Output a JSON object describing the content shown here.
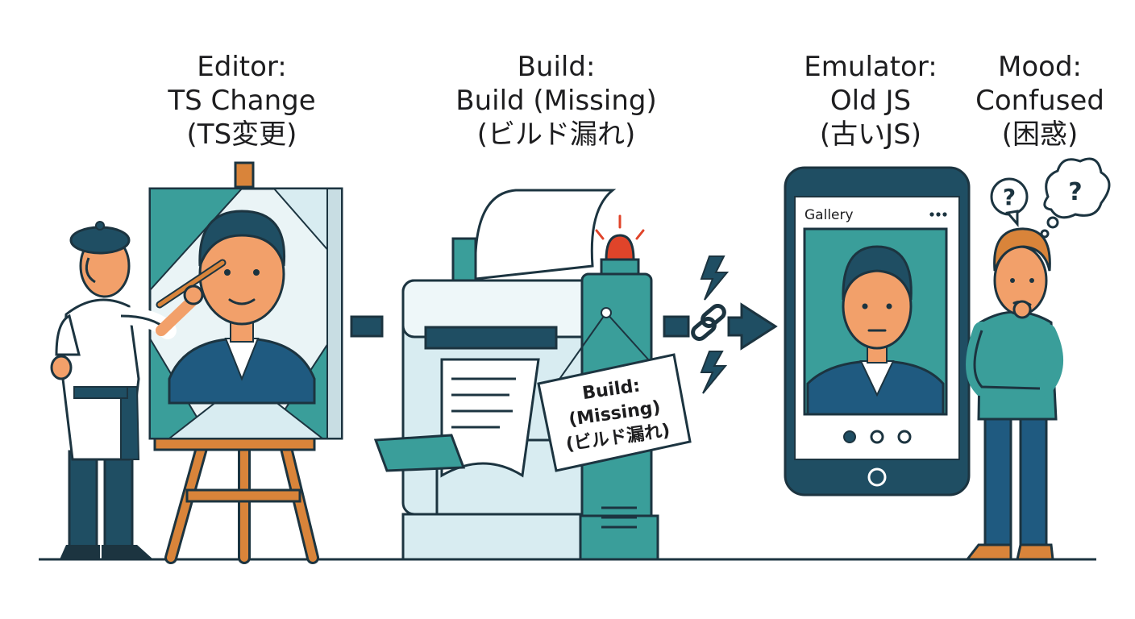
{
  "stages": {
    "editor": {
      "line1": "Editor:",
      "line2": "TS Change",
      "line3": "(TS変更)"
    },
    "build": {
      "line1": "Build:",
      "line2": "Build (Missing)",
      "line3": "(ビルド漏れ)"
    },
    "emulator": {
      "line1": "Emulator:",
      "line2": "Old JS",
      "line3": "(古いJS)"
    },
    "mood": {
      "line1": "Mood:",
      "line2": "Confused",
      "line3": "(困惑)"
    }
  },
  "build_sign": {
    "line1": "Build:",
    "line2": "(Missing)",
    "line3": "(ビルド漏れ)"
  },
  "phone": {
    "app_title": "Gallery",
    "menu_icon": "more-dots-icon"
  },
  "thought_bubbles": {
    "small": "?",
    "large": "?"
  },
  "colors": {
    "teal": "#3a9e9a",
    "dark_navy": "#1f4e63",
    "outline": "#1c3440",
    "orange_skin": "#f2a06a",
    "alarm_red": "#e0442a",
    "wood": "#d9843a",
    "light_blue": "#d8ecf1"
  }
}
